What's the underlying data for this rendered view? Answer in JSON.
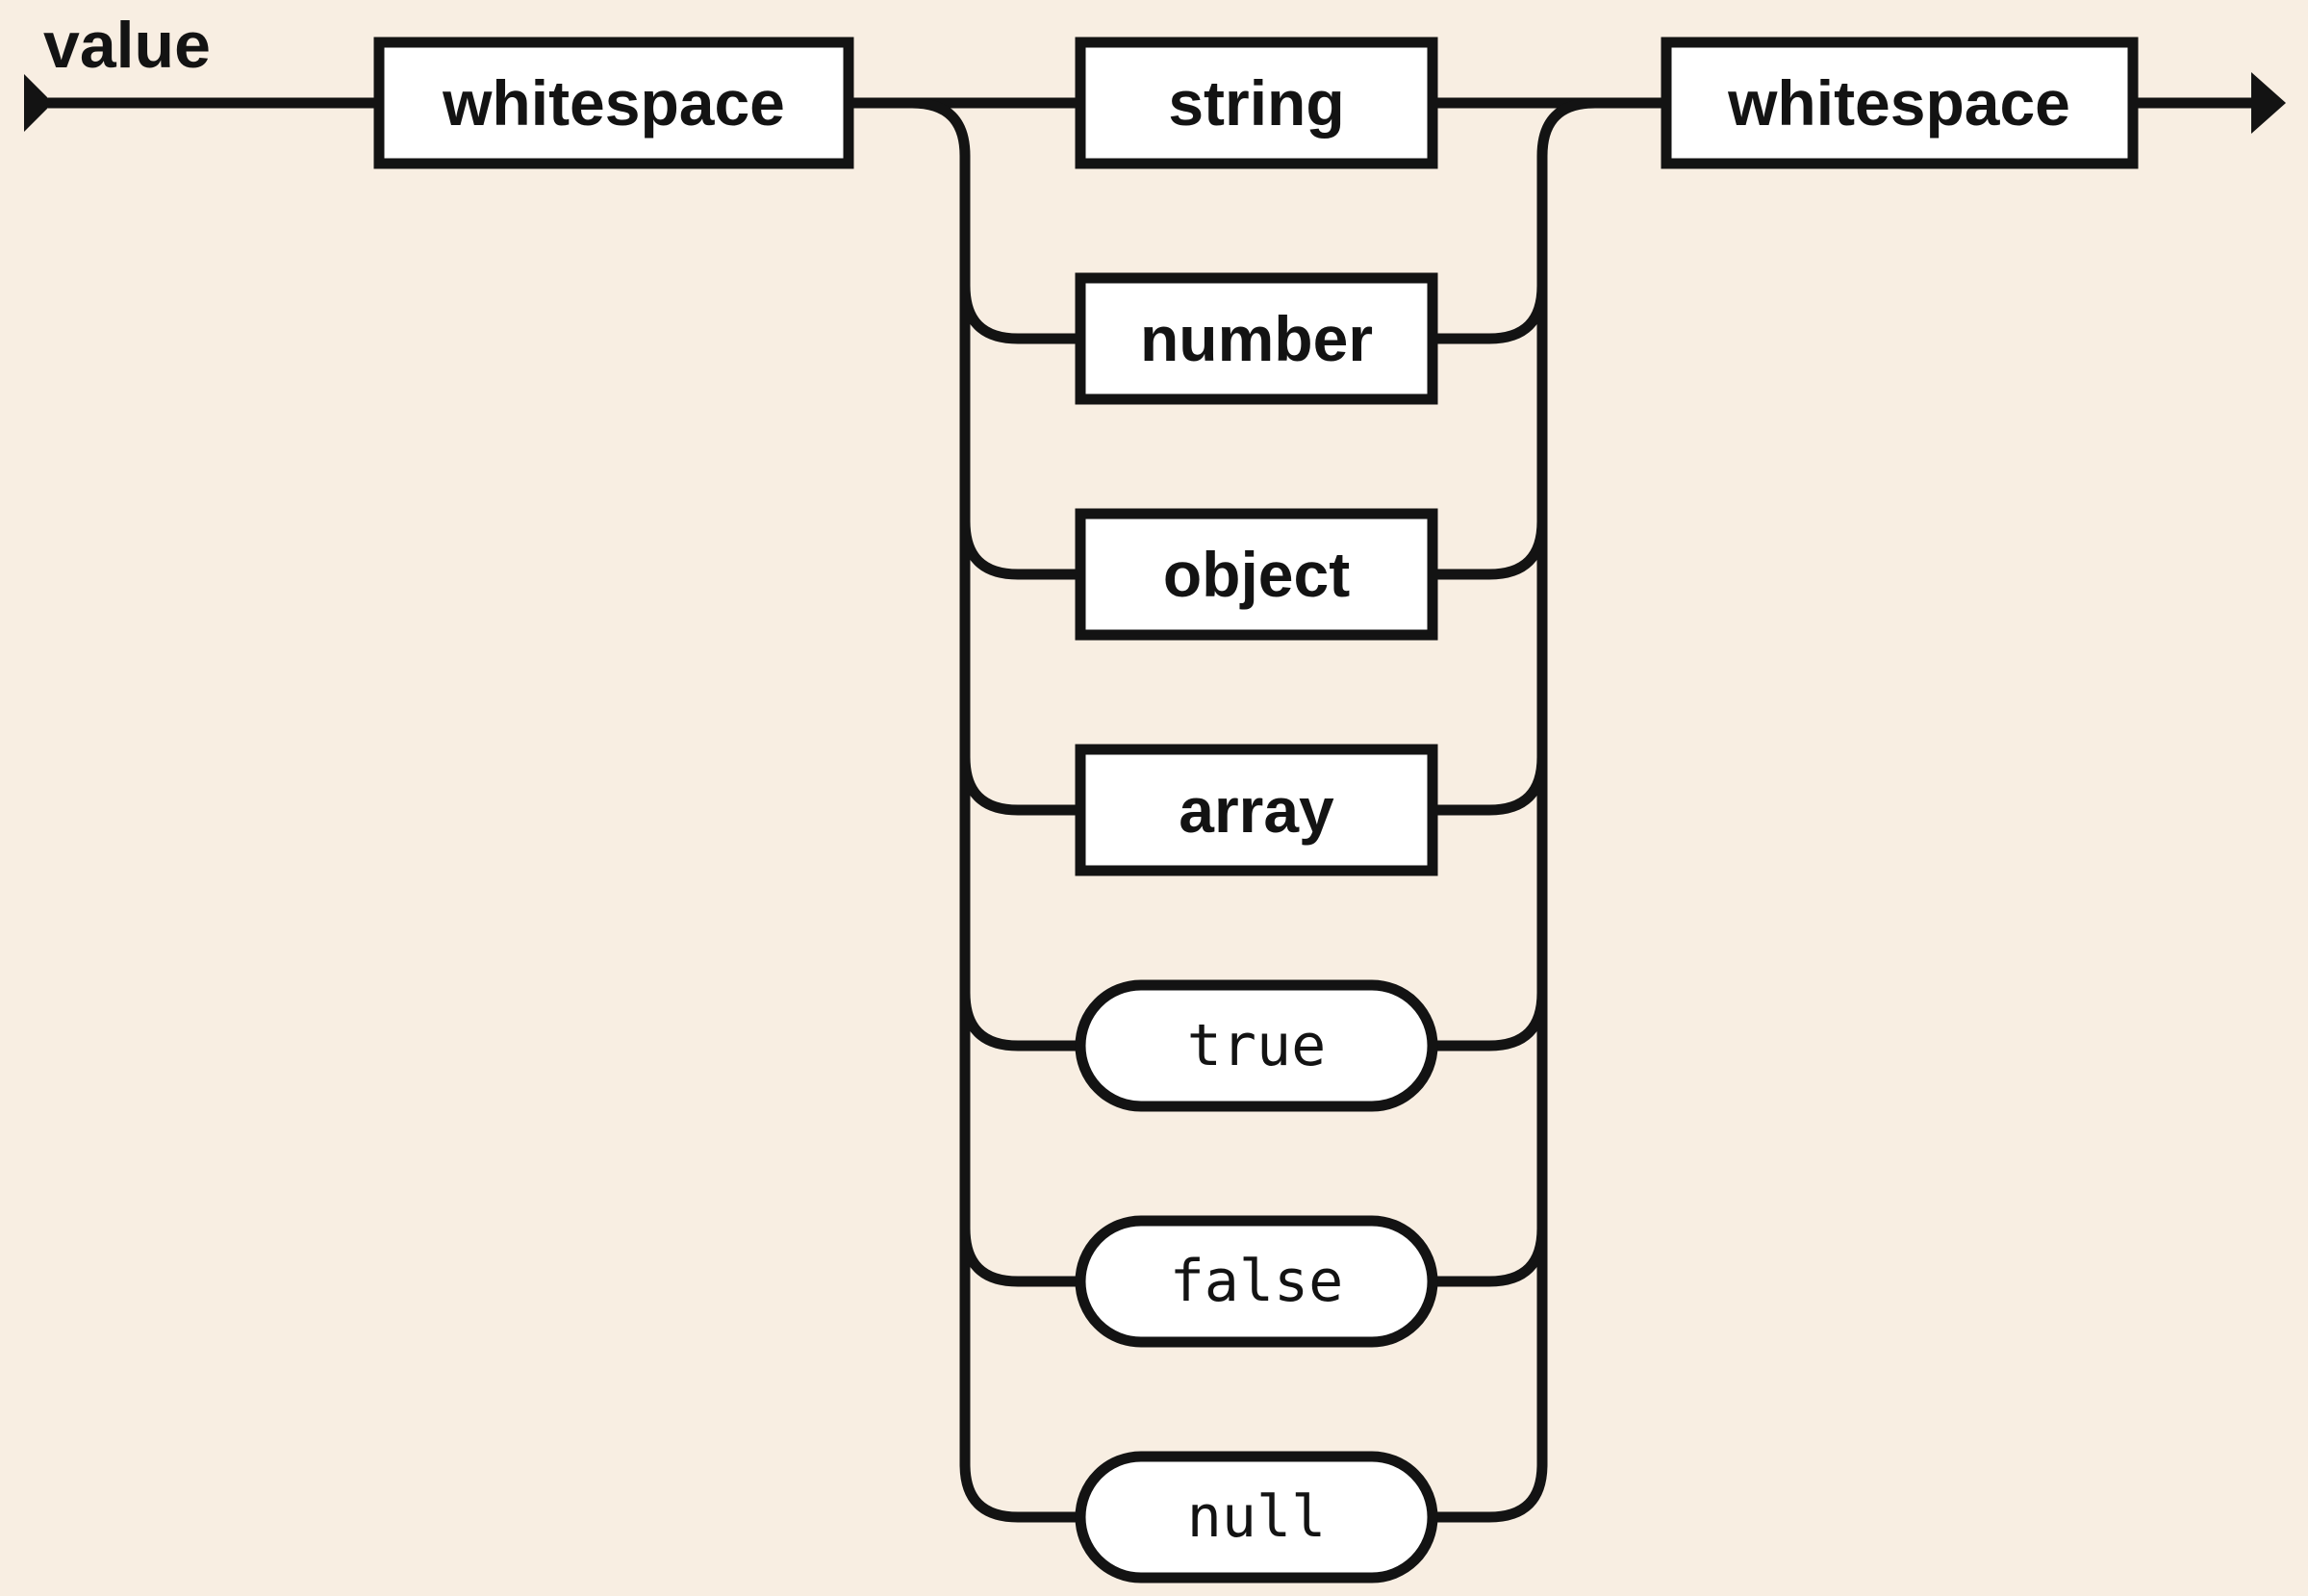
{
  "colors": {
    "background": "#f8eee2",
    "ink": "#131313",
    "node_fill": "#ffffff"
  },
  "diagram": {
    "title": "value",
    "pre_node": {
      "label": "whitespace",
      "kind": "nonterminal"
    },
    "post_node": {
      "label": "whitespace",
      "kind": "nonterminal"
    },
    "alternatives": [
      {
        "label": "string",
        "kind": "nonterminal"
      },
      {
        "label": "number",
        "kind": "nonterminal"
      },
      {
        "label": "object",
        "kind": "nonterminal"
      },
      {
        "label": "array",
        "kind": "nonterminal"
      },
      {
        "label": "true",
        "kind": "terminal"
      },
      {
        "label": "false",
        "kind": "terminal"
      },
      {
        "label": "null",
        "kind": "terminal"
      }
    ]
  }
}
